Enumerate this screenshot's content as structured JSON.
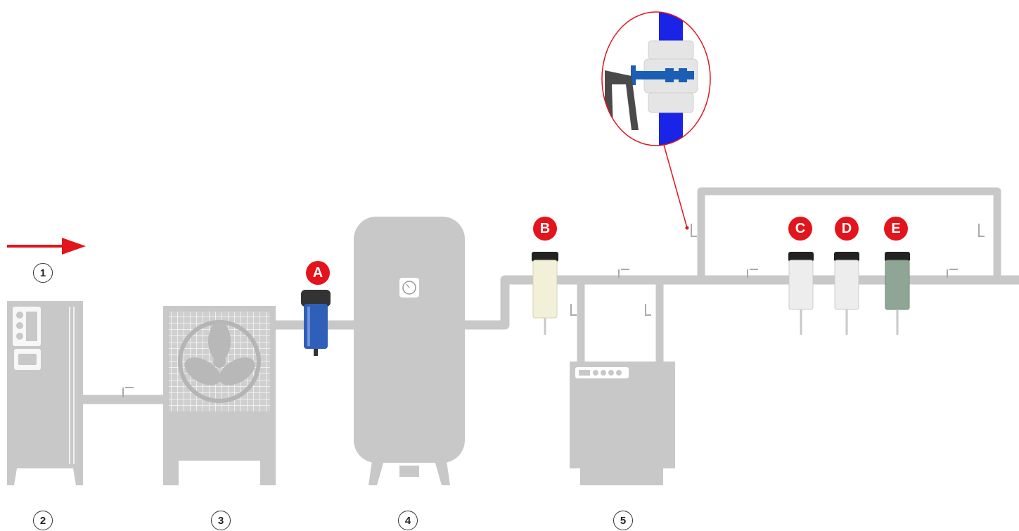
{
  "numbers": {
    "n1": "1",
    "n2": "2",
    "n3": "3",
    "n4": "4",
    "n5": "5"
  },
  "letters": {
    "a": "A",
    "b": "B",
    "c": "C",
    "d": "D",
    "e": "E"
  },
  "colors": {
    "equipment": "#c8c8c8",
    "accent": "#e3141b",
    "pipe_blue": "#1a24e6",
    "filter_blue": "#2f5fb8"
  }
}
